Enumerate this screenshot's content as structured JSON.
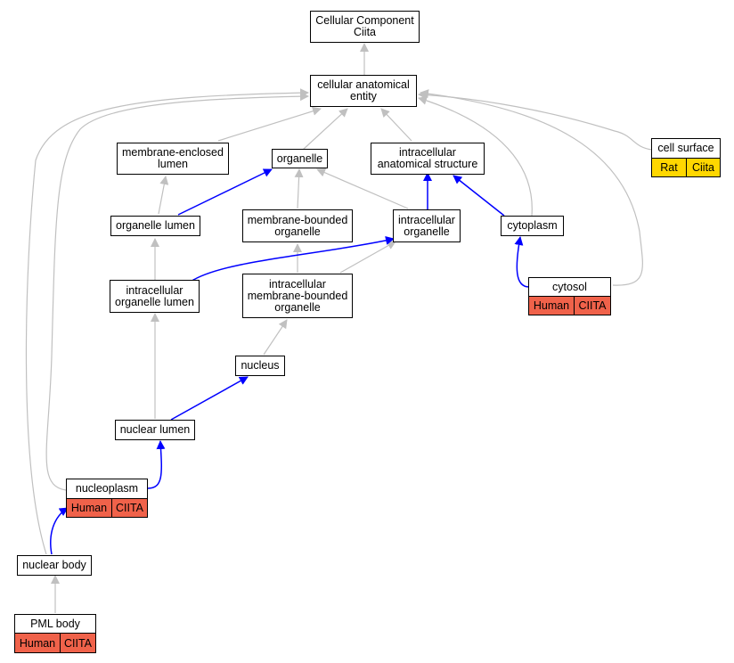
{
  "colors": {
    "is_a_edge": "#c0c0c0",
    "part_of_edge": "#0000ff",
    "human_annotation": "#f0624a",
    "rat_annotation": "#ffd700"
  },
  "nodes": {
    "cc_ciita": "Cellular Component\nCiita",
    "cae": "cellular anatomical\nentity",
    "mel": "membrane-enclosed\nlumen",
    "organelle": "organelle",
    "ias": "intracellular\nanatomical structure",
    "cell_surface": "cell surface",
    "olumen": "organelle lumen",
    "mbo": "membrane-bounded\norganelle",
    "io": "intracellular\norganelle",
    "cytoplasm": "cytoplasm",
    "iol": "intracellular\norganelle lumen",
    "imbo": "intracellular\nmembrane-bounded\norganelle",
    "cytosol": "cytosol",
    "nucleus": "nucleus",
    "nlumen": "nuclear lumen",
    "nucleoplasm": "nucleoplasm",
    "nbody": "nuclear body",
    "pml": "PML body"
  },
  "annotations": {
    "cell_surface": [
      "Rat",
      "Ciita"
    ],
    "cytosol": [
      "Human",
      "CIITA"
    ],
    "nucleoplasm": [
      "Human",
      "CIITA"
    ],
    "pml": [
      "Human",
      "CIITA"
    ]
  }
}
